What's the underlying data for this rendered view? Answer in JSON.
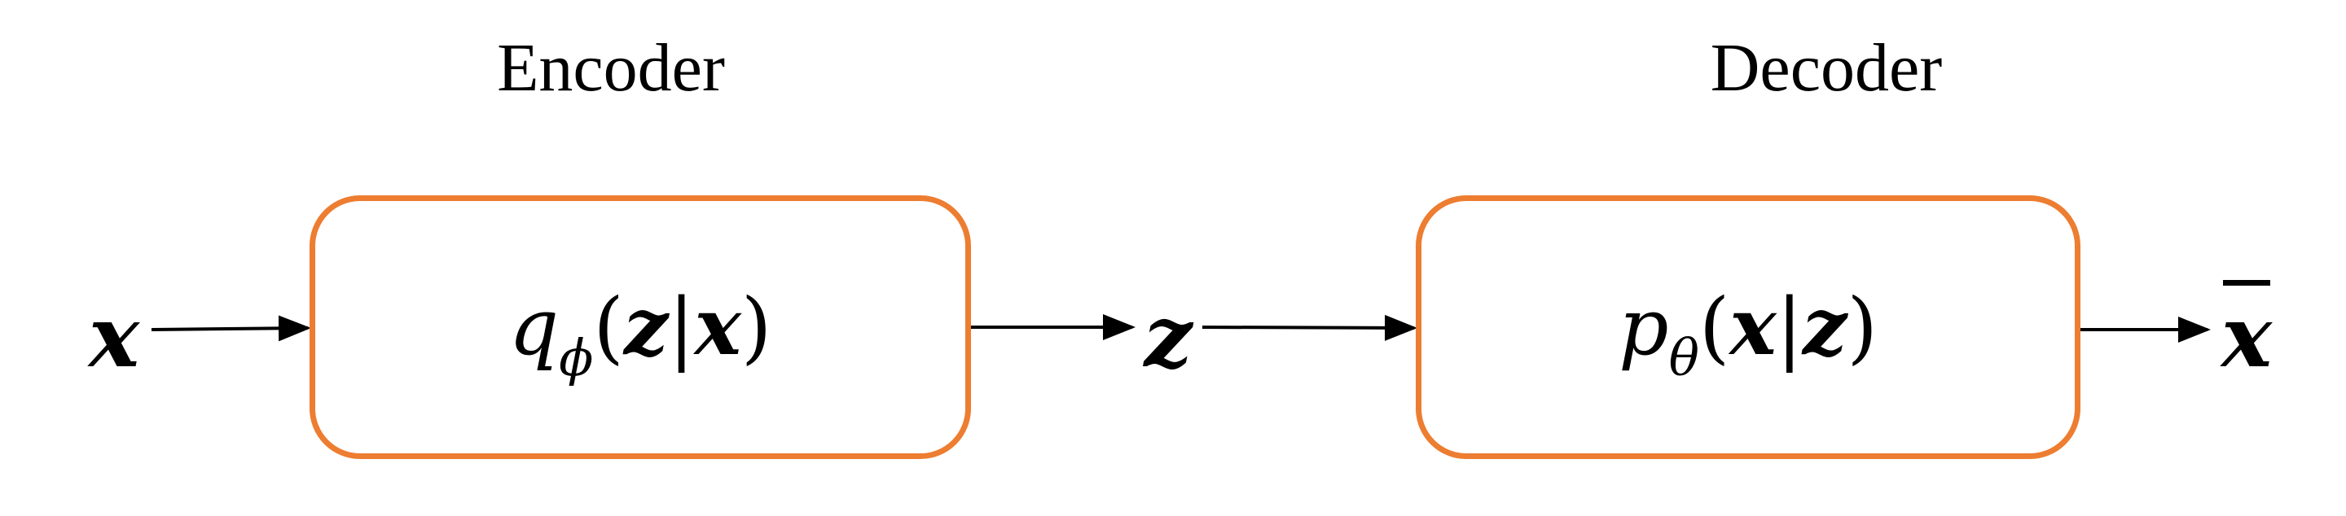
{
  "diagram": {
    "encoder_title": "Encoder",
    "decoder_title": "Decoder",
    "input_var": "x",
    "latent_var": "z",
    "output_var": "x",
    "encoder_box": {
      "func": "q",
      "sub": "ϕ",
      "open": "(",
      "arg1": "z",
      "sep": "|",
      "arg2": "x",
      "close": ")"
    },
    "decoder_box": {
      "func": "p",
      "sub": "θ",
      "open": "(",
      "arg1": "x",
      "sep": "|",
      "arg2": "z",
      "close": ")"
    },
    "colors": {
      "box_border": "#ED7D31",
      "arrow": "#000000"
    }
  }
}
